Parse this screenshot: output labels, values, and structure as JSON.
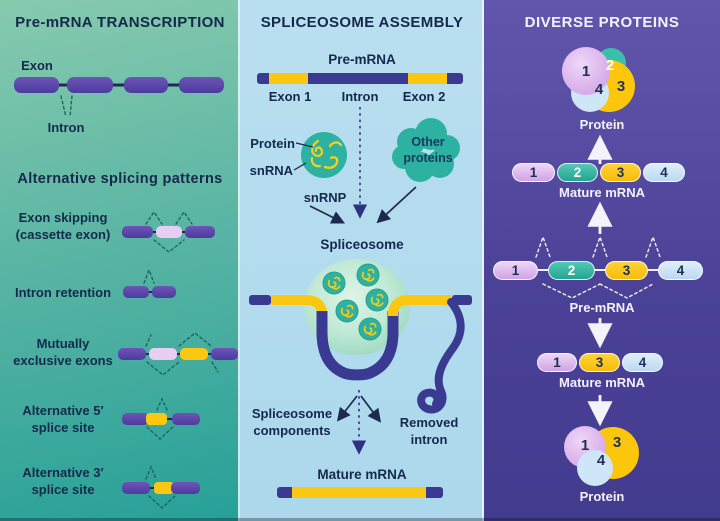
{
  "colors": {
    "purple_exon": "#5b44a8",
    "lavender_exon": "#e9cef3",
    "gold_exon": "#fcc711",
    "navy_strand": "#3b3a92",
    "teal_blob": "#2db2a2",
    "light_blue_segment": "#cfe6f8",
    "panel_left_bg": "#55b3a3",
    "panel_middle_bg": "#b6ddef",
    "panel_right_bg": "#4b4297",
    "dark_text": "#15294c",
    "light_text": "#f3f2fb"
  },
  "panels": {
    "transcription": {
      "title": "Pre-mRNA TRANSCRIPTION",
      "exon_label": "Exon",
      "intron_label": "Intron",
      "subtitle": "Alternative splicing patterns",
      "patterns": [
        {
          "line1": "Exon skipping",
          "line2": "(cassette exon)"
        },
        {
          "line1": "Intron retention",
          "line2": ""
        },
        {
          "line1": "Mutually",
          "line2": "exclusive exons"
        },
        {
          "line1": "Alternative 5′",
          "line2": "splice site"
        },
        {
          "line1": "Alternative 3′",
          "line2": "splice site"
        }
      ]
    },
    "assembly": {
      "title": "SPLICEOSOME ASSEMBLY",
      "pre_mrna_label": "Pre-mRNA",
      "exon1_label": "Exon 1",
      "intron_label": "Intron",
      "exon2_label": "Exon 2",
      "protein_label": "Protein",
      "snrna_label": "snRNA",
      "snrnp_label": "snRNP",
      "other_proteins_line1": "Other",
      "other_proteins_line2": "proteins",
      "spliceosome_label": "Spliceosome",
      "components_line1": "Spliceosome",
      "components_line2": "components",
      "removed_line1": "Removed",
      "removed_line2": "intron",
      "mature_mrna_label": "Mature mRNA"
    },
    "proteins": {
      "title": "DIVERSE PROTEINS",
      "protein_top_label": "Protein",
      "mature_top_label": "Mature mRNA",
      "pre_mrna_label": "Pre-mRNA",
      "mature_bottom_label": "Mature mRNA",
      "protein_bottom_label": "Protein",
      "segments_full": [
        "1",
        "2",
        "3",
        "4"
      ],
      "segments_alt": [
        "1",
        "3",
        "4"
      ]
    }
  }
}
